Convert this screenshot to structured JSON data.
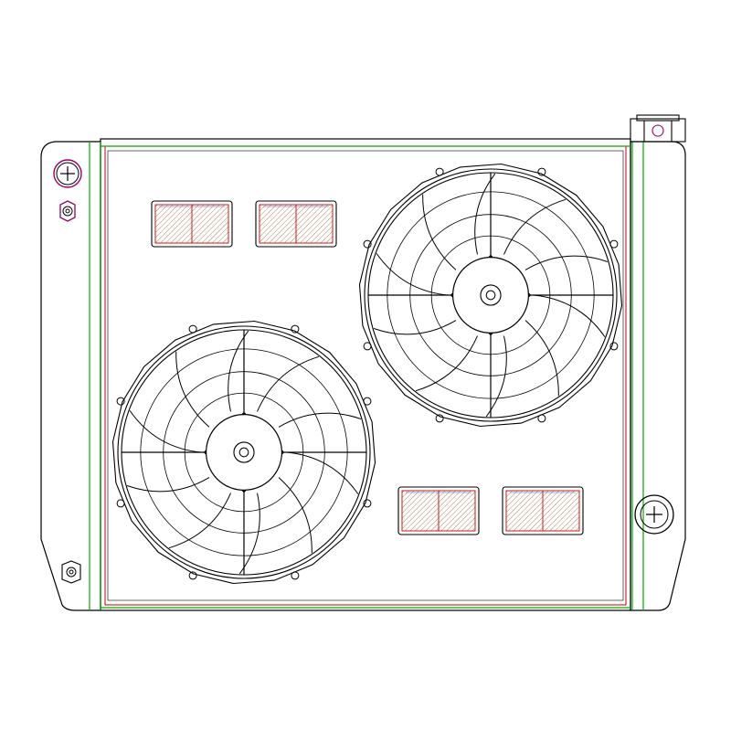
{
  "drawing": {
    "subject": "radiator-with-dual-fan-shroud",
    "line_colors": {
      "outline": "#000000",
      "core_border": "#cc0000",
      "tank_seam": "#00aa00",
      "fitting": "#990066",
      "hatch": "#996633",
      "accent_blue": "#3366cc"
    },
    "fans": [
      {
        "name": "fan-upper-right",
        "blades": 10
      },
      {
        "name": "fan-lower-left",
        "blades": 10
      }
    ],
    "vents": 4,
    "fittings": [
      {
        "name": "upper-left-port-icon",
        "symbol": "plus"
      },
      {
        "name": "lower-right-port-icon",
        "symbol": "plus"
      }
    ]
  }
}
